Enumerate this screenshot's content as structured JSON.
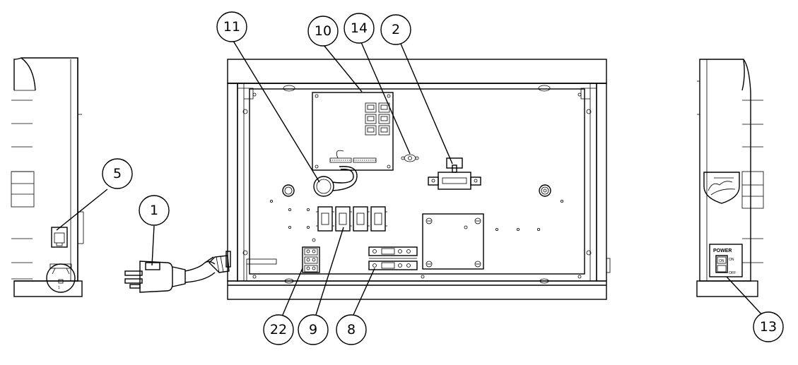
{
  "callouts": [
    {
      "id": "11",
      "label": "11"
    },
    {
      "id": "10",
      "label": "10"
    },
    {
      "id": "14",
      "label": "14"
    },
    {
      "id": "2",
      "label": "2"
    },
    {
      "id": "5",
      "label": "5"
    },
    {
      "id": "1",
      "label": "1"
    },
    {
      "id": "22",
      "label": "22"
    },
    {
      "id": "9",
      "label": "9"
    },
    {
      "id": "8",
      "label": "8"
    },
    {
      "id": "13",
      "label": "13"
    }
  ],
  "switch_panel": {
    "title": "POWER",
    "on_label": "ON",
    "off_label": "OFF"
  }
}
